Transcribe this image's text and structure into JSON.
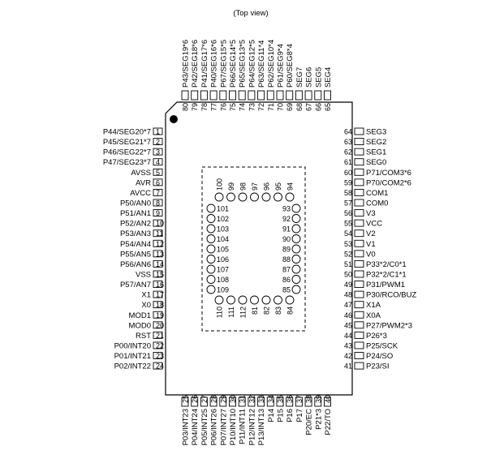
{
  "title": "(Top view)",
  "left_pins": [
    {
      "num": "1",
      "label": "P44/SEG20*7"
    },
    {
      "num": "2",
      "label": "P45/SEG21*7"
    },
    {
      "num": "3",
      "label": "P46/SEG22*7"
    },
    {
      "num": "4",
      "label": "P47/SEG23*7"
    },
    {
      "num": "5",
      "label": "AVSS"
    },
    {
      "num": "6",
      "label": "AVR"
    },
    {
      "num": "7",
      "label": "AVCC"
    },
    {
      "num": "8",
      "label": "P50/AN0"
    },
    {
      "num": "9",
      "label": "P51/AN1"
    },
    {
      "num": "10",
      "label": "P52/AN2"
    },
    {
      "num": "11",
      "label": "P53/AN3"
    },
    {
      "num": "12",
      "label": "P54/AN4"
    },
    {
      "num": "13",
      "label": "P55/AN5"
    },
    {
      "num": "14",
      "label": "P56/AN6"
    },
    {
      "num": "15",
      "label": "VSS"
    },
    {
      "num": "16",
      "label": "P57/AN7"
    },
    {
      "num": "17",
      "label": "X1"
    },
    {
      "num": "18",
      "label": "X0"
    },
    {
      "num": "19",
      "label": "MOD1"
    },
    {
      "num": "20",
      "label": "MOD0"
    },
    {
      "num": "21",
      "label": "RST"
    },
    {
      "num": "22",
      "label": "P00/INT20"
    },
    {
      "num": "23",
      "label": "P01/INT21"
    },
    {
      "num": "24",
      "label": "P02/INT22"
    }
  ],
  "right_pins": [
    {
      "num": "64",
      "label": "SEG3"
    },
    {
      "num": "63",
      "label": "SEG2"
    },
    {
      "num": "62",
      "label": "SEG1"
    },
    {
      "num": "61",
      "label": "SEG0"
    },
    {
      "num": "60",
      "label": "P71/COM3*6"
    },
    {
      "num": "59",
      "label": "P70/COM2*6"
    },
    {
      "num": "58",
      "label": "COM1"
    },
    {
      "num": "57",
      "label": "COM0"
    },
    {
      "num": "56",
      "label": "V3"
    },
    {
      "num": "55",
      "label": "VCC"
    },
    {
      "num": "54",
      "label": "V2"
    },
    {
      "num": "53",
      "label": "V1"
    },
    {
      "num": "52",
      "label": "V0"
    },
    {
      "num": "51",
      "label": "P33*2/C0*1"
    },
    {
      "num": "50",
      "label": "P32*2/C1*1"
    },
    {
      "num": "49",
      "label": "P31/PWM1"
    },
    {
      "num": "48",
      "label": "P30/RCO/BUZ"
    },
    {
      "num": "47",
      "label": "X1A"
    },
    {
      "num": "46",
      "label": "X0A"
    },
    {
      "num": "45",
      "label": "P27/PWM2*3"
    },
    {
      "num": "44",
      "label": "P26*3"
    },
    {
      "num": "43",
      "label": "P25/SCK"
    },
    {
      "num": "42",
      "label": "P24/SO"
    },
    {
      "num": "41",
      "label": "P23/SI"
    }
  ],
  "top_pins": [
    {
      "num": "80",
      "label": "P43/SEG19*6"
    },
    {
      "num": "79",
      "label": "P42/SEG18*6"
    },
    {
      "num": "78",
      "label": "P41/SEG17*6"
    },
    {
      "num": "77",
      "label": "P40/SEG16*6"
    },
    {
      "num": "76",
      "label": "P67/SEG15*5"
    },
    {
      "num": "75",
      "label": "P66/SEG14*5"
    },
    {
      "num": "74",
      "label": "P65/SEG13*5"
    },
    {
      "num": "73",
      "label": "P64/SEG12*5"
    },
    {
      "num": "72",
      "label": "P63/SEG11*4"
    },
    {
      "num": "71",
      "label": "P62/SEG10*4"
    },
    {
      "num": "70",
      "label": "P61/SEG9*4"
    },
    {
      "num": "69",
      "label": "P60/SEG8*4"
    },
    {
      "num": "68",
      "label": "SEG7"
    },
    {
      "num": "67",
      "label": "SEG6"
    },
    {
      "num": "66",
      "label": "SEG5"
    },
    {
      "num": "65",
      "label": "SEG4"
    }
  ],
  "bottom_pins": [
    {
      "num": "25",
      "label": "P03/INT23"
    },
    {
      "num": "26",
      "label": "P04/INT24"
    },
    {
      "num": "27",
      "label": "P05/INT25"
    },
    {
      "num": "28",
      "label": "P06/INT26"
    },
    {
      "num": "29",
      "label": "P07/INT27"
    },
    {
      "num": "30",
      "label": "P10/INT10"
    },
    {
      "num": "31",
      "label": "P11/INT11"
    },
    {
      "num": "32",
      "label": "P12/INT12"
    },
    {
      "num": "33",
      "label": "P13/INT13"
    },
    {
      "num": "34",
      "label": "P14"
    },
    {
      "num": "35",
      "label": "P15"
    },
    {
      "num": "36",
      "label": "P16"
    },
    {
      "num": "37",
      "label": "P17"
    },
    {
      "num": "38",
      "label": "P20/EC"
    },
    {
      "num": "39",
      "label": "P21*3"
    },
    {
      "num": "40",
      "label": "P22/TO"
    }
  ],
  "inner_pads": {
    "top": [
      "100",
      "99",
      "98",
      "97",
      "96",
      "95",
      "94"
    ],
    "left": [
      "101",
      "102",
      "103",
      "104",
      "105",
      "106",
      "107",
      "108",
      "109"
    ],
    "right": [
      "93",
      "92",
      "91",
      "90",
      "89",
      "88",
      "87",
      "86",
      "85"
    ],
    "bottom": [
      "110",
      "111",
      "112",
      "81",
      "82",
      "83",
      "84"
    ]
  }
}
